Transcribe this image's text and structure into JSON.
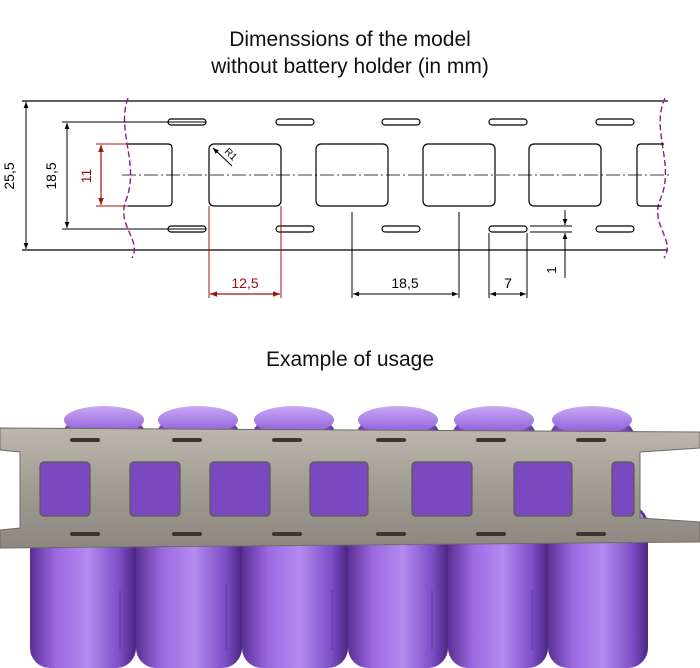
{
  "title": {
    "line1": "Dimenssions of the model",
    "line2": "without battery holder (in mm)"
  },
  "drawing": {
    "dimensions": {
      "overall_height": "25,5",
      "inner_height": "18,5",
      "cell_height": "11",
      "cell_width": "12,5",
      "pitch": "18,5",
      "slot_length": "7",
      "slot_width": "1",
      "corner_radius": "R1"
    },
    "colors": {
      "outline": "#000000",
      "highlight_dimension": "#a01010",
      "break_line": "#8a1c8a",
      "center_line": "#3a3a3a"
    }
  },
  "photo": {
    "caption": "Example of usage",
    "colors": {
      "cell_wrap": "#9a62d6",
      "cell_wrap_dark": "#6e3fb0",
      "strip_metal": "#a8a39a",
      "background": "#ffffff"
    }
  }
}
